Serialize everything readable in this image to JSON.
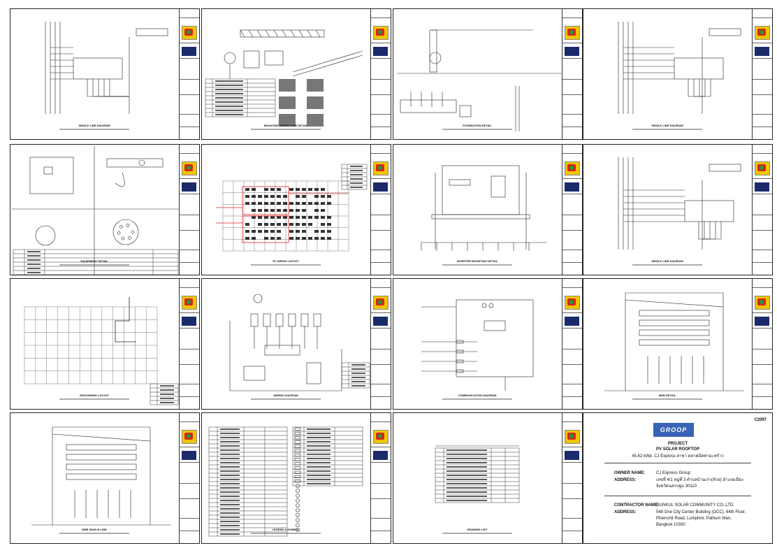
{
  "drawing_number": "C2097",
  "cover": {
    "brand": "GROOP",
    "project_label": "PROJECT",
    "project_name": "PV SOLAR ROOFTOP",
    "capacity": "45.62 kWp. CJ Express  สาขา ตลาดมีดท่ามะพร้าว",
    "owner_label": "OWNER NAME:",
    "owner_value": "CJ Express Group",
    "address_label": "ADDRESS:",
    "address_line1": "เลขที่ 4/1 หมู่ที่ 3 ตำบลบ้านเก่า(ห้วย) อำเภอเมือง",
    "address_line2": "จังหวัดนครปฐม 30110",
    "contractor_label": "CONTRACTOR NAME:",
    "contractor_value": "GUNKUL SOLAR COMMUNITY CO.,LTD.",
    "contractor_address_label": "ADDRESS:",
    "contractor_addr1": "548 One City Center Building (OCC), 64th Floor,",
    "contractor_addr2": "Ploenchit Road, Lumphini, Pathum Wan,",
    "contractor_addr3": "Bangkok 10330"
  },
  "sheet_titles": [
    "SINGLE LINE DIAGRAM",
    "MOUNTING STRUCTURE DETAIL",
    "FOUNDATION DETAIL",
    "SINGLE LINE DIAGRAM",
    "EQUIPMENT DETAIL",
    "PV ARRAY LAYOUT",
    "INVERTER MOUNTING DETAIL",
    "SINGLE LINE DIAGRAM",
    "GROUNDING LAYOUT",
    "WIRING DIAGRAM",
    "COMMUNICATION DIAGRAM",
    "MDB DETAIL",
    "MDB SINGLE LINE",
    "LEGEND & SYMBOL",
    "DRAWING LIST"
  ],
  "colors": {
    "line": "#222222",
    "logo_yellow": "#f0c500",
    "logo_red": "#d8231c",
    "logo_green": "#1e9b3a",
    "titleblock_navy": "#1b2a6b",
    "layout_red": "#e02020",
    "brand_blue": "#3a63b8"
  }
}
